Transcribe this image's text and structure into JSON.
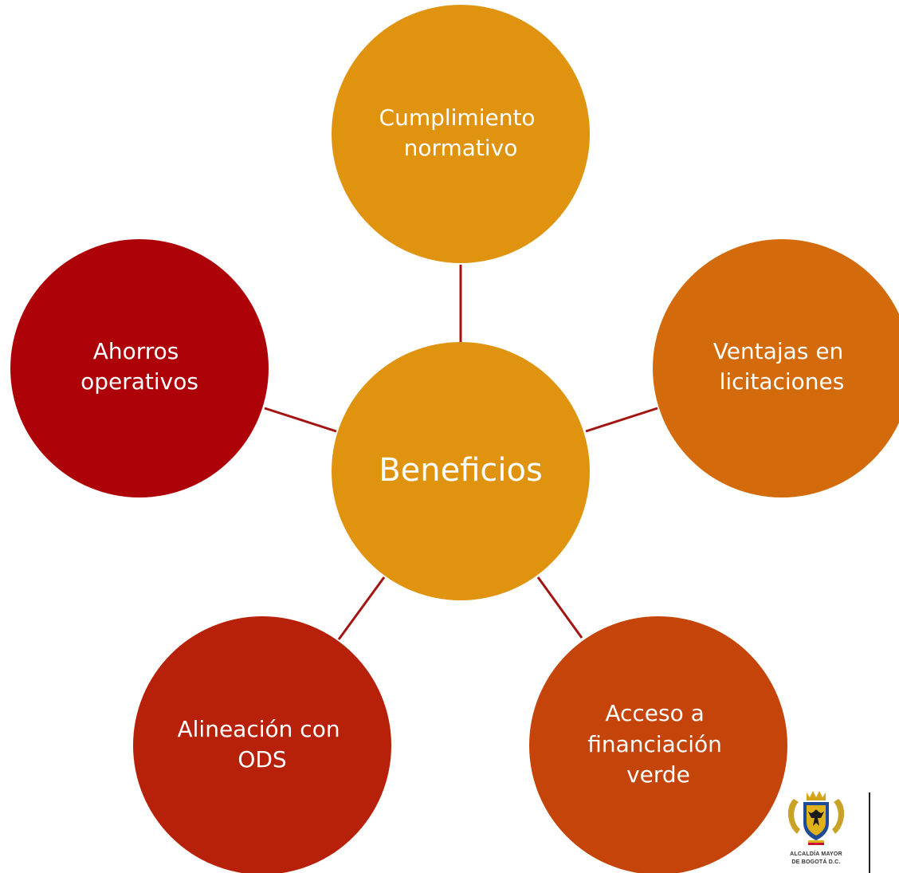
{
  "diagram": {
    "center": {
      "label": "Beneficios",
      "color": "#e0930f"
    },
    "nodes": [
      {
        "id": "cumplimiento",
        "lines": [
          "Cumplimiento",
          "normativo"
        ],
        "color": "#e0930f"
      },
      {
        "id": "ventajas",
        "lines": [
          "Ventajas en",
          "licitaciones"
        ],
        "color": "#d36a0b"
      },
      {
        "id": "acceso",
        "lines": [
          "Acceso a",
          "financiación",
          "verde"
        ],
        "color": "#c5440a"
      },
      {
        "id": "alineacion",
        "lines": [
          "Alineación con",
          "ODS"
        ],
        "color": "#b82109"
      },
      {
        "id": "ahorros",
        "lines": [
          "Ahorros",
          "operativos"
        ],
        "color": "#ad0308"
      }
    ],
    "connector_color": "#a31512"
  },
  "logo": {
    "line1": "ALCALDÍA MAYOR",
    "line2": "DE BOGOTÁ D.C.",
    "icon": "coat-of-arms-icon"
  }
}
